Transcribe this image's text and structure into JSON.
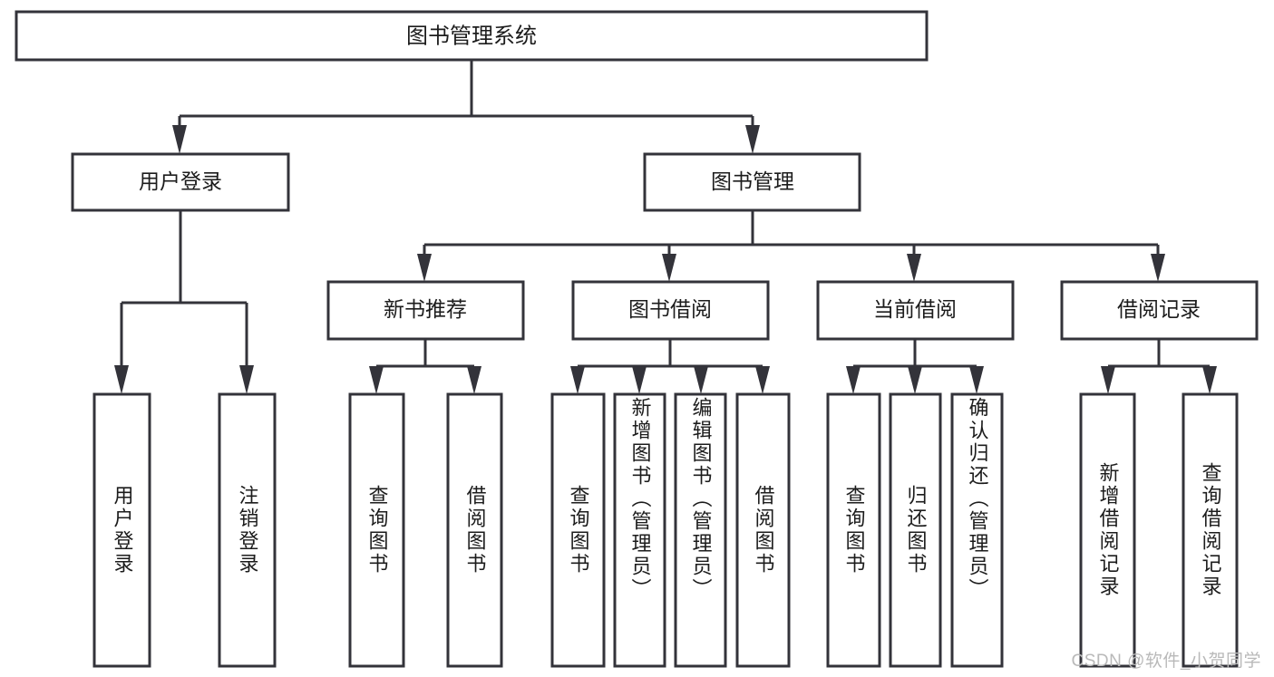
{
  "diagram": {
    "type": "tree",
    "title": "图书管理系统",
    "watermark": "CSDN @软件_小贺同学",
    "colors": {
      "box_stroke": "#33333a",
      "box_fill": "#ffffff",
      "connector": "#33333a",
      "text": "#1c1c1c",
      "watermark": "#b9b9b9",
      "background": "#ffffff"
    },
    "levels": {
      "root": "图书管理系统",
      "level1": [
        "用户登录",
        "图书管理"
      ],
      "level2": [
        "新书推荐",
        "图书借阅",
        "当前借阅",
        "借阅记录"
      ]
    },
    "nodes": {
      "root": {
        "label": "图书管理系统"
      },
      "user_login": {
        "label": "用户登录"
      },
      "book_admin": {
        "label": "图书管理"
      },
      "new_book_rec": {
        "label": "新书推荐"
      },
      "book_borrow": {
        "label": "图书借阅"
      },
      "current_borrow": {
        "label": "当前借阅"
      },
      "borrow_record": {
        "label": "借阅记录"
      }
    },
    "leaves": {
      "user_login": [
        {
          "label": "用户登录"
        },
        {
          "label": "注销登录"
        }
      ],
      "new_book_rec": [
        {
          "label": "查询图书"
        },
        {
          "label": "借阅图书"
        }
      ],
      "book_borrow": [
        {
          "label": "查询图书"
        },
        {
          "label": "新增图书（管理员）"
        },
        {
          "label": "编辑图书（管理员）"
        },
        {
          "label": "借阅图书"
        }
      ],
      "current_borrow": [
        {
          "label": "查询图书"
        },
        {
          "label": "归还图书"
        },
        {
          "label": "确认归还（管理员）"
        }
      ],
      "borrow_record": [
        {
          "label": "新增借阅记录"
        },
        {
          "label": "查询借阅记录"
        }
      ]
    }
  }
}
